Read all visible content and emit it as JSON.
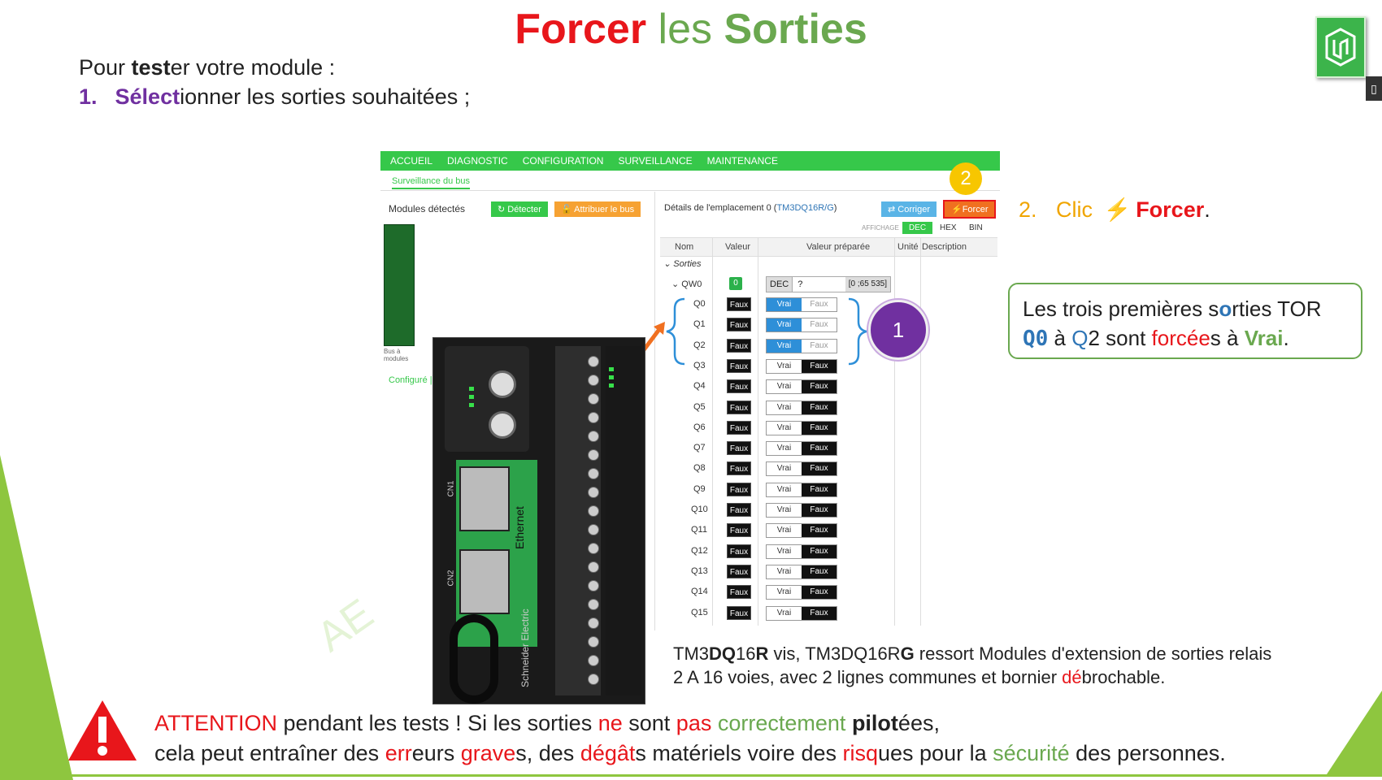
{
  "title": {
    "part1": "Forcer",
    "part2": " les ",
    "part3": "Sorties"
  },
  "intro": {
    "prefix": "Pour ",
    "bold": "test",
    "suffix": "er votre module :"
  },
  "step1": {
    "num": "1.",
    "highlight": "Sélect",
    "rest": "ionner les sorties souhaitées ;"
  },
  "side_tab": "▯",
  "screenshot": {
    "nav": [
      "ACCUEIL",
      "DIAGNOSTIC",
      "CONFIGURATION",
      "SURVEILLANCE",
      "MAINTENANCE"
    ],
    "subnav": "Surveillance du bus",
    "modules_title": "Modules détectés",
    "detect_button": "Détecter",
    "assign_button": "Attribuer le bus",
    "module_caption": "Bus à modules",
    "configured": "Configuré |",
    "details_title": "Détails de l'emplacement 0 (",
    "details_module": "TM3DQ16R/G",
    "details_close": ")",
    "correct_button": "Corriger",
    "force_button": "Forcer",
    "affichage": "AFFICHAGE",
    "formats": [
      "DEC",
      "HEX",
      "BIN"
    ],
    "columns": {
      "nom": "Nom",
      "valeur": "Valeur",
      "valeur_preparee": "Valeur préparée",
      "unite": "Unité",
      "description": "Description"
    },
    "group_label": "Sorties",
    "word": {
      "name": "QW0",
      "value": "0",
      "dec": "DEC",
      "input": "?",
      "range": "[0 ;65 535]"
    },
    "outputs": [
      {
        "name": "Q0",
        "value": "Faux",
        "forced_true": true
      },
      {
        "name": "Q1",
        "value": "Faux",
        "forced_true": true
      },
      {
        "name": "Q2",
        "value": "Faux",
        "forced_true": true
      },
      {
        "name": "Q3",
        "value": "Faux",
        "forced_true": false
      },
      {
        "name": "Q4",
        "value": "Faux",
        "forced_true": false
      },
      {
        "name": "Q5",
        "value": "Faux",
        "forced_true": false
      },
      {
        "name": "Q6",
        "value": "Faux",
        "forced_true": false
      },
      {
        "name": "Q7",
        "value": "Faux",
        "forced_true": false
      },
      {
        "name": "Q8",
        "value": "Faux",
        "forced_true": false
      },
      {
        "name": "Q9",
        "value": "Faux",
        "forced_true": false
      },
      {
        "name": "Q10",
        "value": "Faux",
        "forced_true": false
      },
      {
        "name": "Q11",
        "value": "Faux",
        "forced_true": false
      },
      {
        "name": "Q12",
        "value": "Faux",
        "forced_true": false
      },
      {
        "name": "Q13",
        "value": "Faux",
        "forced_true": false
      },
      {
        "name": "Q14",
        "value": "Faux",
        "forced_true": false
      },
      {
        "name": "Q15",
        "value": "Faux",
        "forced_true": false
      }
    ],
    "toggle_true": "Vrai",
    "toggle_false": "Faux"
  },
  "device": {
    "ethernet": "Ethernet",
    "brand": "Schneider Electric",
    "cn1": "CN1",
    "cn2": "CN2"
  },
  "markers": {
    "one": "1",
    "two": "2"
  },
  "step2": {
    "num": "2.",
    "word": "Clic",
    "icon": "⚡",
    "action": "Forcer",
    "period": "."
  },
  "callout": {
    "l1a": "Les trois premières s",
    "l1b": "o",
    "l1c": "rties TOR",
    "q0": "Q0",
    "a": " à ",
    "q2q": "Q",
    "q2n": "2",
    "sont": " sont ",
    "forcee": "forcée",
    "s_a": "s à ",
    "vrai": "Vrai",
    "end": "."
  },
  "caption": {
    "a": "TM3",
    "b": "DQ",
    "c": "16",
    "d": "R",
    "e": " vis, TM3DQ16R",
    "f": "G",
    "g": " ressort Modules d'extension de sorties relais",
    "h": "2 A 16 voies, avec 2 lignes communes et bornier ",
    "i": "dé",
    "j": "brochable."
  },
  "warning": {
    "attention": "ATTENTION",
    "w1": " pendant les tests ! Si les sorties ",
    "ne": "ne",
    "w2": " sont ",
    "pas": "pas",
    "w3": " ",
    "correctement": "correctement",
    "w4": " ",
    "pilot": "pilot",
    "w5": "ées,",
    "l2a": "cela peut entraîner des ",
    "err": "err",
    "l2b": "eurs ",
    "grave": "grave",
    "l2c": "s, des ",
    "degat": "dégât",
    "l2d": "s matériels voire des ",
    "risq": "risq",
    "l2e": "ues pour la ",
    "securite": "sécurité",
    "l2f": " des personnes."
  },
  "watermark": "AE",
  "colors": {
    "accent_green": "#36c84a",
    "title_red": "#e8161b",
    "title_green": "#6aa84f",
    "purple": "#7030a0",
    "orange": "#f0a500"
  }
}
